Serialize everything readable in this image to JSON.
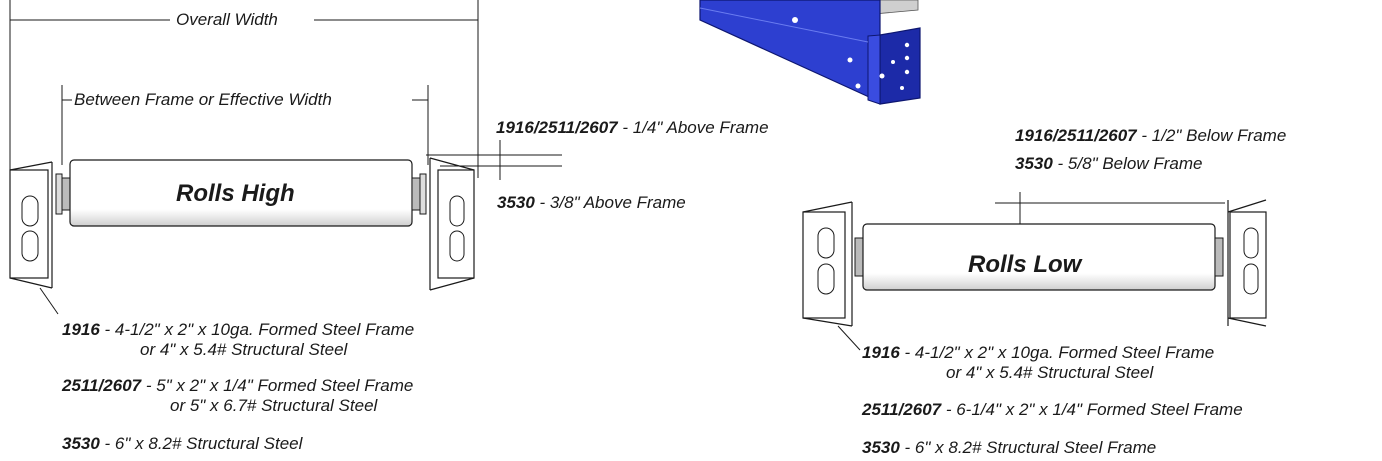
{
  "dimensions": {
    "overall_width": "Overall Width",
    "between_frame": "Between Frame or Effective Width"
  },
  "rolls_high": {
    "title": "Rolls High",
    "notes": [
      {
        "model": "1916/2511/2607",
        "text": " - 1/4\" Above Frame"
      },
      {
        "model": "3530",
        "text": " - 3/8\" Above Frame"
      }
    ],
    "frames": [
      {
        "model": "1916",
        "line1": " - 4-1/2\" x 2\" x 10ga. Formed Steel Frame",
        "line2": "or 4\" x 5.4# Structural Steel"
      },
      {
        "model": "2511/2607",
        "line1": " - 5\" x 2\" x 1/4\" Formed Steel Frame",
        "line2": "or  5\" x 6.7# Structural Steel"
      },
      {
        "model": "3530",
        "line1": " - 6\" x 8.2# Structural Steel"
      }
    ]
  },
  "rolls_low": {
    "title": "Rolls Low",
    "notes": [
      {
        "model": "1916/2511/2607",
        "text": " - 1/2\" Below Frame"
      },
      {
        "model": "3530",
        "text": " - 5/8\" Below Frame"
      }
    ],
    "frames": [
      {
        "model": "1916",
        "line1": " - 4-1/2\" x 2\" x 10ga. Formed Steel Frame",
        "line2": "or 4\" x 5.4# Structural Steel"
      },
      {
        "model": "2511/2607",
        "line1": " - 6-1/4\" x 2\" x 1/4\" Formed Steel Frame"
      },
      {
        "model": "3530",
        "line1": " - 6\" x 8.2# Structural Steel Frame"
      }
    ]
  },
  "colors": {
    "frame_blue": "#2d3fd0",
    "frame_dark": "#18249a",
    "line": "#1a1a1a",
    "roller_fill": "#ffffff"
  }
}
